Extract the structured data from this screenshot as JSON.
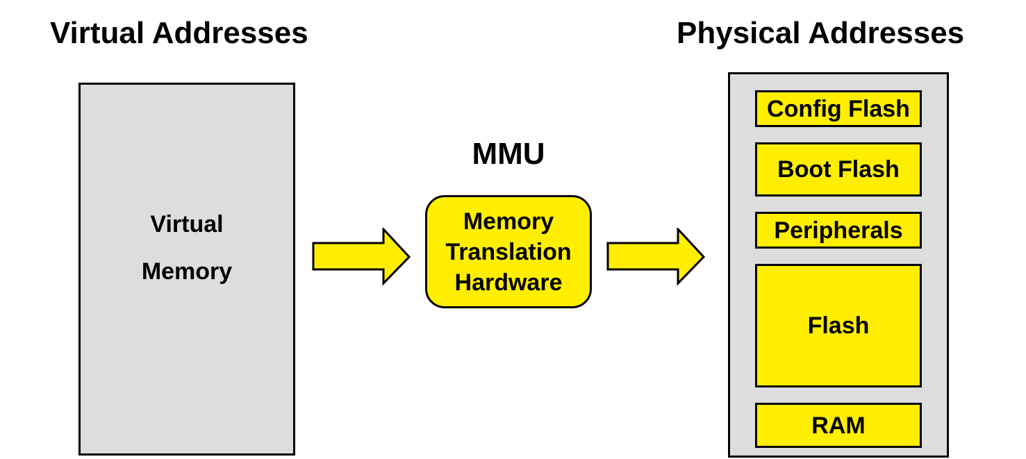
{
  "virtual": {
    "heading": "Virtual Addresses",
    "box_line1": "Virtual",
    "box_line2": "Memory"
  },
  "mmu": {
    "label": "MMU",
    "lines": [
      "Memory",
      "Translation",
      "Hardware"
    ]
  },
  "physical": {
    "heading": "Physical Addresses",
    "regions": [
      {
        "label": "Config Flash"
      },
      {
        "label": "Boot Flash"
      },
      {
        "label": "Peripherals"
      },
      {
        "label": "Flash"
      },
      {
        "label": "RAM"
      }
    ]
  },
  "colors": {
    "region_fill": "#ffee00",
    "box_fill": "#dddddd",
    "outline": "#000000"
  }
}
